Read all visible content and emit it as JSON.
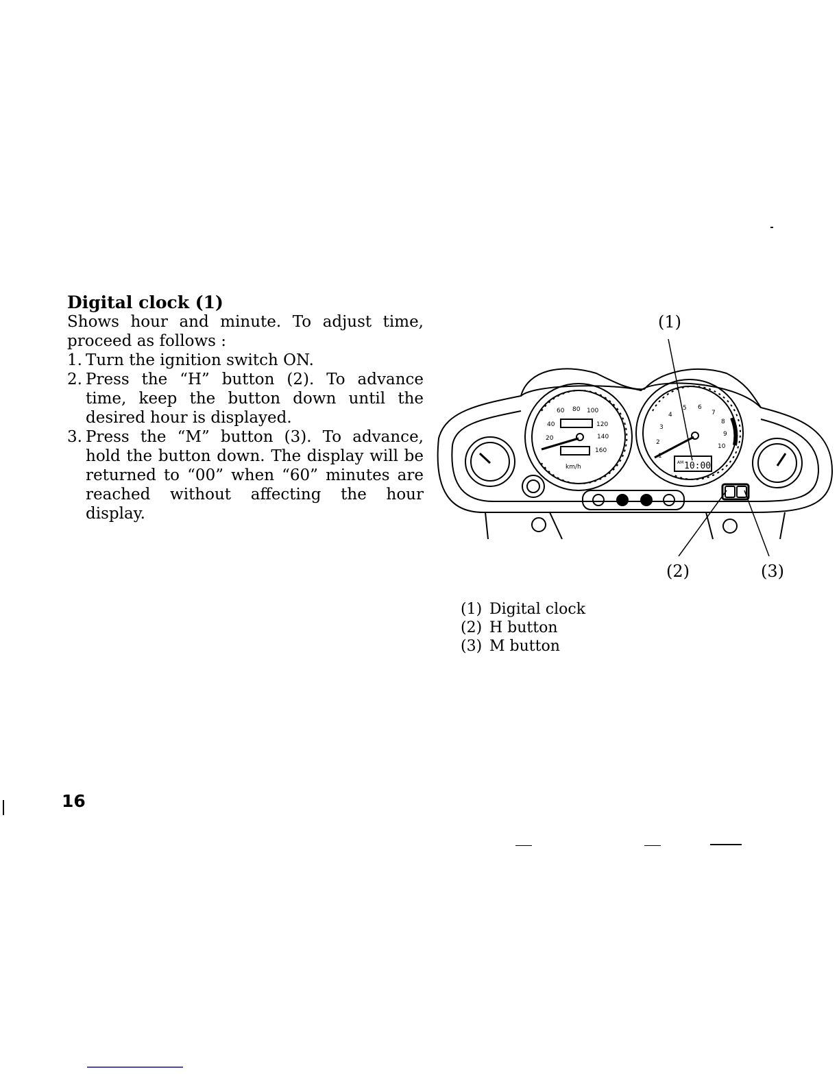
{
  "section": {
    "title": "Digital clock (1)",
    "intro": "Shows hour and minute. To adjust time, proceed as follows :",
    "steps": [
      {
        "num": "1.",
        "text": "Turn the ignition switch ON."
      },
      {
        "num": "2.",
        "text": "Press the “H” button (2). To advance time, keep the button down until the desired hour is displayed."
      },
      {
        "num": "3.",
        "text": "Press the “M” button (3). To advance, hold the button down. The display will be returned to “00” when “60” minutes are reached without affecting the hour display."
      }
    ]
  },
  "figure": {
    "callouts": {
      "c1": "(1)",
      "c2": "(2)",
      "c3": "(3)"
    },
    "clock_display": "10:00",
    "clock_am": "AM",
    "speedo_unit": "km/h",
    "speedo_ticks": [
      "20",
      "40",
      "60",
      "80",
      "100",
      "120",
      "140",
      "160"
    ],
    "tacho_ticks": [
      "1",
      "2",
      "3",
      "4",
      "5",
      "6",
      "7",
      "8",
      "9",
      "10"
    ]
  },
  "legend": [
    {
      "num": "(1)",
      "label": "Digital clock"
    },
    {
      "num": "(2)",
      "label": "H button"
    },
    {
      "num": "(3)",
      "label": "M button"
    }
  ],
  "page_number": "16"
}
